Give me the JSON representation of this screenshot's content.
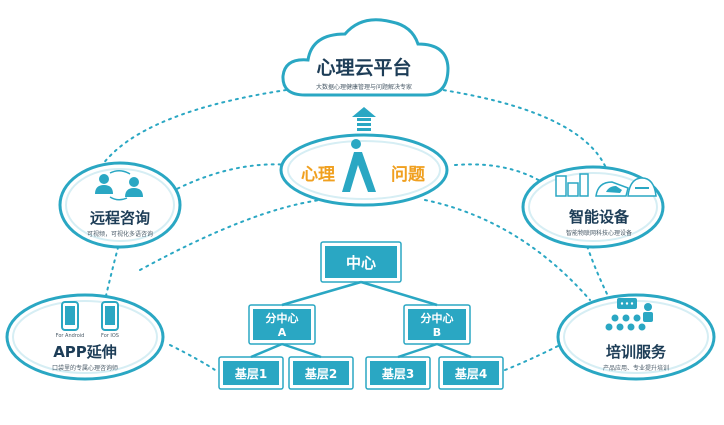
{
  "colors": {
    "accent": "#2aa7c3",
    "dark": "#1d3d57",
    "center_accent": "#f0a020"
  },
  "cloud": {
    "title": "心理云平台",
    "subtitle": "大数据心理健康管理与问题解决专家"
  },
  "center": {
    "left": "心理",
    "right": "问题",
    "icon": "human-figure-icon"
  },
  "nodes": {
    "remote": {
      "title": "远程咨询",
      "subtitle": "可视频，可视化多语咨询",
      "icon": "two-people-exchange-icon"
    },
    "smart": {
      "title": "智能设备",
      "subtitle": "智能物联网科技心理设备",
      "icon": "smart-devices-icon"
    },
    "app": {
      "title": "APP延伸",
      "subtitle": "口袋里的专属心理咨询师",
      "android": "For Android",
      "ios": "For IOS",
      "icon": "smartphones-icon"
    },
    "training": {
      "title": "培训服务",
      "subtitle": "产品应用、专业提升培训",
      "icon": "classroom-icon"
    }
  },
  "org": {
    "root": "中心",
    "branches": [
      {
        "line1": "分中心",
        "line2": "A"
      },
      {
        "line1": "分中心",
        "line2": "B"
      }
    ],
    "leaves": [
      "基层1",
      "基层2",
      "基层3",
      "基层4"
    ]
  }
}
